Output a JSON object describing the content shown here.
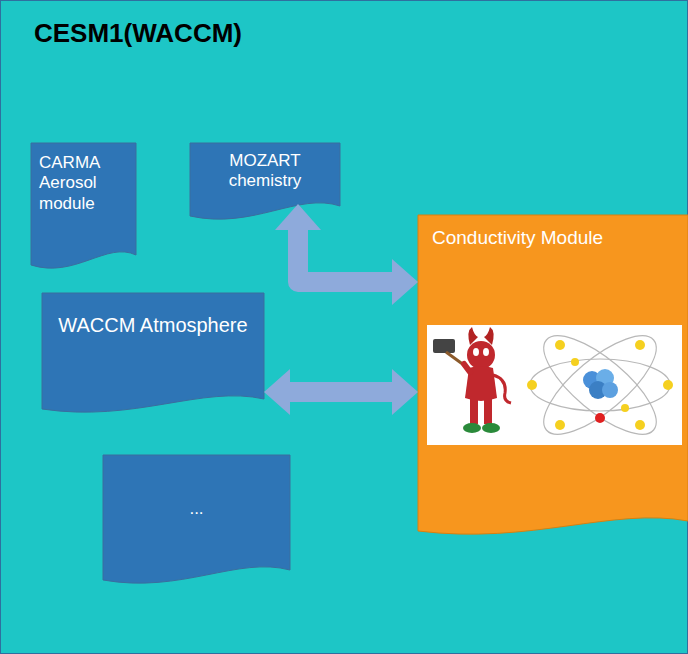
{
  "diagram": {
    "nodes": [
      {
        "text": [
          "CESM1(WACCM)"
        ]
      },
      {
        "text": [
          "CARMA Aerosol module"
        ],
        "in": 0
      },
      {
        "text": [
          "MOZART chemistry"
        ],
        "in": 0
      },
      {
        "text": [
          "WACCM Atmosphere"
        ],
        "in": 0
      },
      {
        "text": [
          "..."
        ],
        "in": 0
      },
      {
        "text": [
          "Conductivity Module"
        ],
        "in": 0
      }
    ],
    "edges": [
      {
        "from": 2,
        "to": 5,
        "arrow": "both"
      },
      {
        "from": 3,
        "to": 5,
        "arrow": "both"
      }
    ]
  }
}
